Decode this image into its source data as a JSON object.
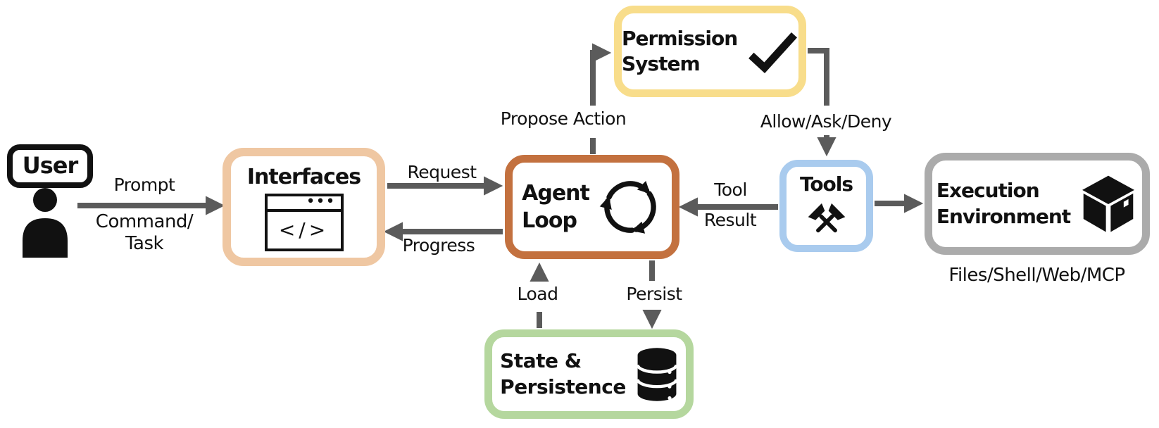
{
  "colors": {
    "arrow": "#5B5B5B",
    "ink": "#111111",
    "user_border": "#111111",
    "interfaces_border": "#EFC7A2",
    "agent_border": "#C3713F",
    "permission_border": "#F8DD8B",
    "tools_border": "#A9CBEE",
    "execution_border": "#ABABAB",
    "state_border": "#B5D79E"
  },
  "nodes": {
    "user": {
      "label": "User"
    },
    "interfaces": {
      "label": "Interfaces",
      "icon_dots": "•••",
      "icon_code": "</>"
    },
    "agent_loop": {
      "line1": "Agent",
      "line2": "Loop"
    },
    "permission": {
      "line1": "Permission",
      "line2": "System"
    },
    "tools": {
      "label": "Tools"
    },
    "execution": {
      "line1": "Execution",
      "line2": "Environment",
      "caption": "Files/Shell/Web/MCP"
    },
    "state": {
      "line1": "State &",
      "line2": "Persistence"
    }
  },
  "edges": {
    "prompt": {
      "label": "Prompt",
      "sub_line1": "Command/",
      "sub_line2": "Task"
    },
    "request": {
      "label": "Request"
    },
    "progress": {
      "label": "Progress"
    },
    "propose": {
      "label": "Propose Action"
    },
    "allow": {
      "label": "Allow/Ask/Deny"
    },
    "tool_result": {
      "line1": "Tool",
      "line2": "Result"
    },
    "load": {
      "label": "Load"
    },
    "persist": {
      "label": "Persist"
    }
  }
}
